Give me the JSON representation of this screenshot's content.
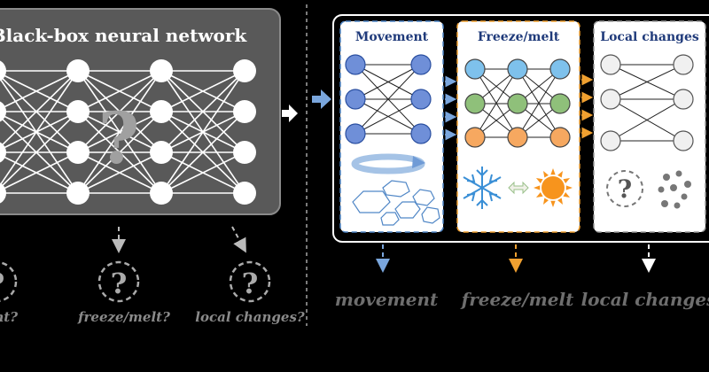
{
  "left_panel": {
    "title": "Black-box neural network",
    "center_mark": "?",
    "outputs": [
      {
        "mark": "?",
        "label": "movement?"
      },
      {
        "mark": "?",
        "label": "freeze/melt?"
      },
      {
        "mark": "?",
        "label": "local changes?"
      }
    ]
  },
  "right_panel": {
    "modules": [
      {
        "title": "Movement",
        "accent": "#4f86c6",
        "layer_colors": [
          "#6f8fd8",
          "#6f8fd8",
          "#6f8fd8"
        ]
      },
      {
        "title": "Freeze/melt",
        "accent": "#f0a030",
        "layer_colors": [
          "#7ec1ec",
          "#8fc07a",
          "#f6a860"
        ]
      },
      {
        "title": "Local changes",
        "accent": "#9a9a9a",
        "layer_colors": [
          "#f0f0f0",
          "#f0f0f0",
          "#f0f0f0"
        ]
      }
    ],
    "local_mark": "?",
    "outputs": [
      {
        "label": "movement",
        "color": "#7aa6dd"
      },
      {
        "label": "freeze/melt",
        "color": "#f0a030"
      },
      {
        "label": "local changes",
        "color": "#ffffff"
      }
    ]
  }
}
